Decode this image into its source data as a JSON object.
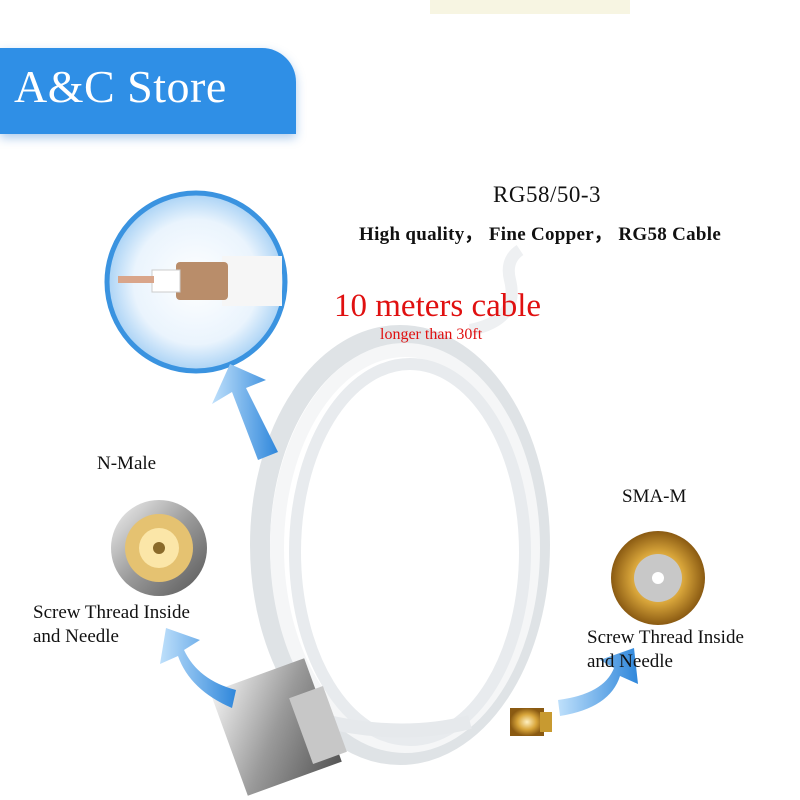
{
  "banner": {
    "store_name": "A&C Store",
    "background": "#2f8fe6"
  },
  "spec": {
    "model": "RG58/50-3",
    "features": "High quality， Fine Copper， RG58 Cable"
  },
  "length": {
    "title": "10 meters cable",
    "subtitle": "longer than 30ft",
    "color": "#e01010"
  },
  "connectors": {
    "left": {
      "name": "N-Male",
      "desc_line1": "Screw Thread Inside",
      "desc_line2": "and Needle"
    },
    "right": {
      "name": "SMA-M",
      "desc_line1": "Screw Thread Inside",
      "desc_line2": "and Needle"
    }
  },
  "accent_colors": {
    "arrow": "#3a93e0",
    "cable": "#f2f4f6",
    "gold": "#d8a53a"
  }
}
